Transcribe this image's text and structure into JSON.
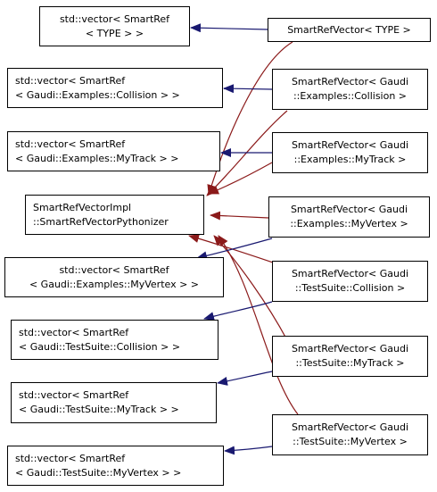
{
  "colors": {
    "inheritance": "#191970",
    "template": "#8b1a1a",
    "border": "#000000",
    "background": "#ffffff"
  },
  "nodes": {
    "vec_type": {
      "lines": [
        "std::vector< SmartRef",
        "< TYPE > >"
      ]
    },
    "vec_collision": {
      "lines": [
        "std::vector< SmartRef",
        "< Gaudi::Examples::Collision > >"
      ]
    },
    "vec_mytrack": {
      "lines": [
        "std::vector< SmartRef",
        "< Gaudi::Examples::MyTrack > >"
      ]
    },
    "pythonizer": {
      "lines": [
        "SmartRefVectorImpl",
        "::SmartRefVectorPythonizer"
      ]
    },
    "vec_myvertex": {
      "lines": [
        "std::vector< SmartRef",
        "< Gaudi::Examples::MyVertex > >"
      ]
    },
    "vec_ts_collision": {
      "lines": [
        "std::vector< SmartRef",
        "< Gaudi::TestSuite::Collision > >"
      ]
    },
    "vec_ts_mytrack": {
      "lines": [
        "std::vector< SmartRef",
        "< Gaudi::TestSuite::MyTrack > >"
      ]
    },
    "vec_ts_myvertex": {
      "lines": [
        "std::vector< SmartRef",
        "< Gaudi::TestSuite::MyVertex > >"
      ]
    },
    "srv_type": {
      "lines": [
        "SmartRefVector< TYPE >"
      ]
    },
    "srv_collision": {
      "lines": [
        "SmartRefVector< Gaudi",
        "::Examples::Collision >"
      ]
    },
    "srv_mytrack": {
      "lines": [
        "SmartRefVector< Gaudi",
        "::Examples::MyTrack >"
      ]
    },
    "srv_myvertex": {
      "lines": [
        "SmartRefVector< Gaudi",
        "::Examples::MyVertex >"
      ]
    },
    "srv_ts_collision": {
      "lines": [
        "SmartRefVector< Gaudi",
        "::TestSuite::Collision >"
      ]
    },
    "srv_ts_mytrack": {
      "lines": [
        "SmartRefVector< Gaudi",
        "::TestSuite::MyTrack >"
      ]
    },
    "srv_ts_myvertex": {
      "lines": [
        "SmartRefVector< Gaudi",
        "::TestSuite::MyVertex >"
      ]
    }
  }
}
